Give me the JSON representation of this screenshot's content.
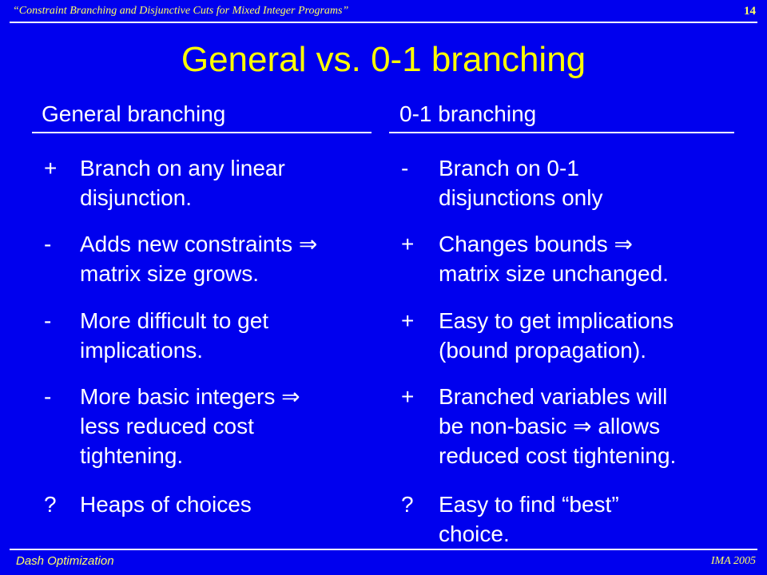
{
  "header": {
    "deck_title": "“Constraint Branching and Disjunctive Cuts for Mixed Integer Programs”",
    "page_number": "14"
  },
  "title": "General vs. 0-1 branching",
  "left_column": {
    "heading": "General branching",
    "items": [
      {
        "symbol": "+",
        "text": "Branch on any linear\ndisjunction."
      },
      {
        "symbol": "-",
        "text": "Adds new constraints ⇒\nmatrix size grows."
      },
      {
        "symbol": "-",
        "text": "More difficult to get\nimplications."
      },
      {
        "symbol": "-",
        "text": "More basic integers ⇒\nless reduced cost\ntightening."
      },
      {
        "symbol": "?",
        "text": "Heaps of choices"
      }
    ]
  },
  "right_column": {
    "heading": "0-1 branching",
    "items": [
      {
        "symbol": "-",
        "text": "Branch on 0-1\ndisjunctions only"
      },
      {
        "symbol": "+",
        "text": "Changes bounds ⇒\nmatrix size unchanged."
      },
      {
        "symbol": "+",
        "text": "Easy to get implications\n(bound propagation)."
      },
      {
        "symbol": "+",
        "text": "Branched variables will\nbe non-basic ⇒ allows\nreduced cost tightening."
      },
      {
        "symbol": "?",
        "text": "Easy to find “best”\nchoice."
      }
    ]
  },
  "footer": {
    "left": "Dash Optimization",
    "right": "IMA 2005"
  },
  "colors": {
    "background": "#0000ee",
    "title": "#ffff00",
    "header_footer": "#ffff66",
    "text": "#ffffff"
  }
}
